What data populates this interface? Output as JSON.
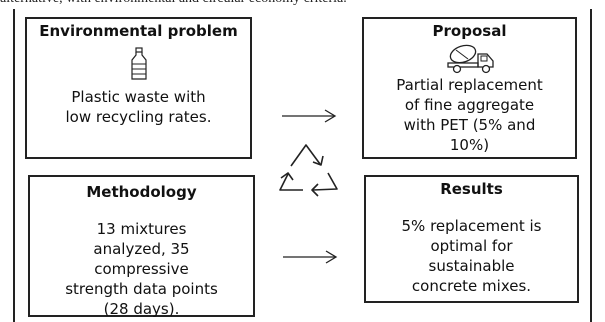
{
  "header_fragment": "alternative, with environmental and circular economy criteria.",
  "boxes": {
    "environmental": {
      "title": "Environmental problem",
      "body": [
        "Plastic waste with",
        "low recycling rates."
      ],
      "icon": "plastic-bottle-icon"
    },
    "proposal": {
      "title": "Proposal",
      "body": [
        "Partial replacement",
        "of fine aggregate",
        "with PET (5% and",
        "10%)"
      ],
      "icon": "concrete-mixer-truck-icon"
    },
    "methodology": {
      "title": "Methodology",
      "body": [
        "13 mixtures",
        "analyzed, 35",
        "compressive",
        "strength data points",
        "(28 days)."
      ]
    },
    "results": {
      "title": "Results",
      "body": [
        "5% replacement is",
        "optimal for",
        "sustainable",
        "concrete mixes."
      ]
    }
  },
  "center_icon": "recycle-icon",
  "colors": {
    "border": "#222222",
    "background": "#ffffff"
  }
}
